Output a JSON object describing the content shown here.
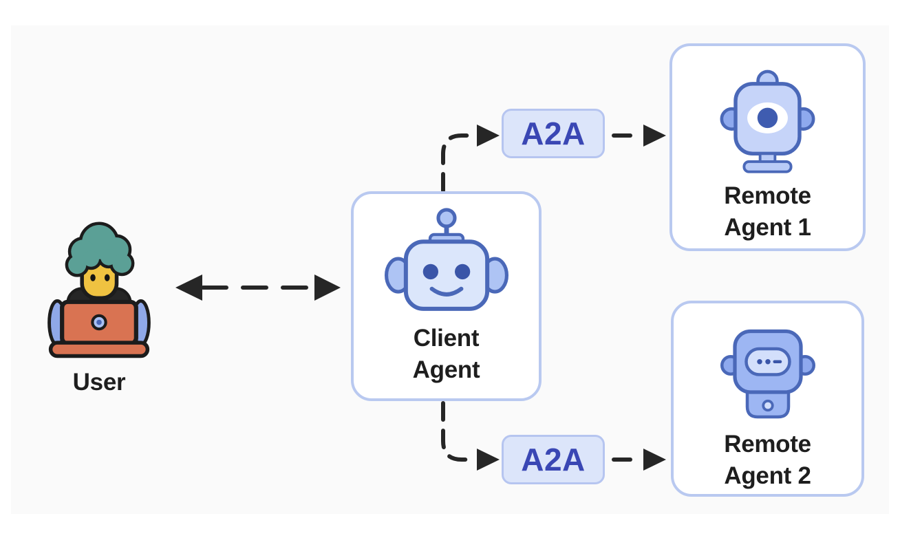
{
  "diagram": {
    "nodes": {
      "user": {
        "label": "User",
        "icon": "user-at-laptop-icon"
      },
      "client_agent": {
        "label": "Client Agent",
        "icon": "client-robot-icon"
      },
      "remote_agent_1": {
        "label": "Remote Agent 1",
        "icon": "cyclops-robot-icon"
      },
      "remote_agent_2": {
        "label": "Remote Agent 2",
        "icon": "visor-robot-icon"
      }
    },
    "badges": {
      "a2a_top": {
        "label": "A2A"
      },
      "a2a_bottom": {
        "label": "A2A"
      }
    },
    "connections": [
      {
        "from": "user",
        "to": "client_agent",
        "style": "dashed",
        "arrows": "both"
      },
      {
        "from": "client_agent",
        "to": "remote_agent_1",
        "via": "a2a_top",
        "style": "dashed",
        "arrows": "forward"
      },
      {
        "from": "client_agent",
        "to": "remote_agent_2",
        "via": "a2a_bottom",
        "style": "dashed",
        "arrows": "forward"
      }
    ],
    "colors": {
      "canvas_bg": "#fafafa",
      "node_bg": "#ffffff",
      "node_border": "#b9c9f0",
      "badge_bg": "#dce5fa",
      "badge_border": "#b6c5f0",
      "badge_text": "#3a47b4",
      "connector": "#262626",
      "label_text": "#1e1e1e",
      "robot_outline": "#4a68b8",
      "robot_light": "#dbe6fb",
      "robot_mid": "#aec4f4",
      "robot_deep": "#8ea9ee",
      "robot_dark": "#3a55a8",
      "hair_teal": "#5ba096",
      "skin_yellow": "#efc241",
      "laptop_orange": "#d97352"
    }
  }
}
